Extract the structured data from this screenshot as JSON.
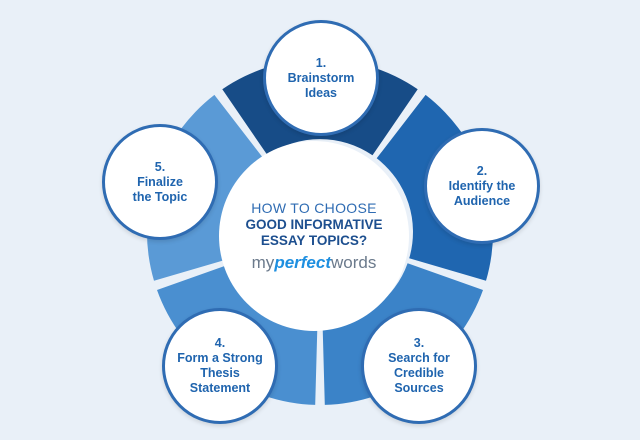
{
  "colors": {
    "background": "#e9f0f8",
    "segment_1": "#174c87",
    "segment_2": "#1f66b0",
    "segment_3": "#3b83c8",
    "segment_4": "#4a8fd0",
    "segment_5": "#5a9ad6",
    "circle_text": "#1f64ae",
    "circle_border": "#2f6cb3"
  },
  "center": {
    "line1": "HOW TO CHOOSE",
    "line2": "GOOD INFORMATIVE",
    "line3": "ESSAY TOPICS?",
    "brand_part1": "my",
    "brand_part2": "perfect",
    "brand_part3": "words"
  },
  "steps": [
    {
      "number": "1.",
      "line1": "Brainstorm",
      "line2": "Ideas",
      "line3": ""
    },
    {
      "number": "2.",
      "line1": "Identify the",
      "line2": "Audience",
      "line3": ""
    },
    {
      "number": "3.",
      "line1": "Search for",
      "line2": "Credible",
      "line3": "Sources"
    },
    {
      "number": "4.",
      "line1": "Form a Strong",
      "line2": "Thesis",
      "line3": "Statement"
    },
    {
      "number": "5.",
      "line1": "Finalize",
      "line2": "the Topic",
      "line3": ""
    }
  ]
}
